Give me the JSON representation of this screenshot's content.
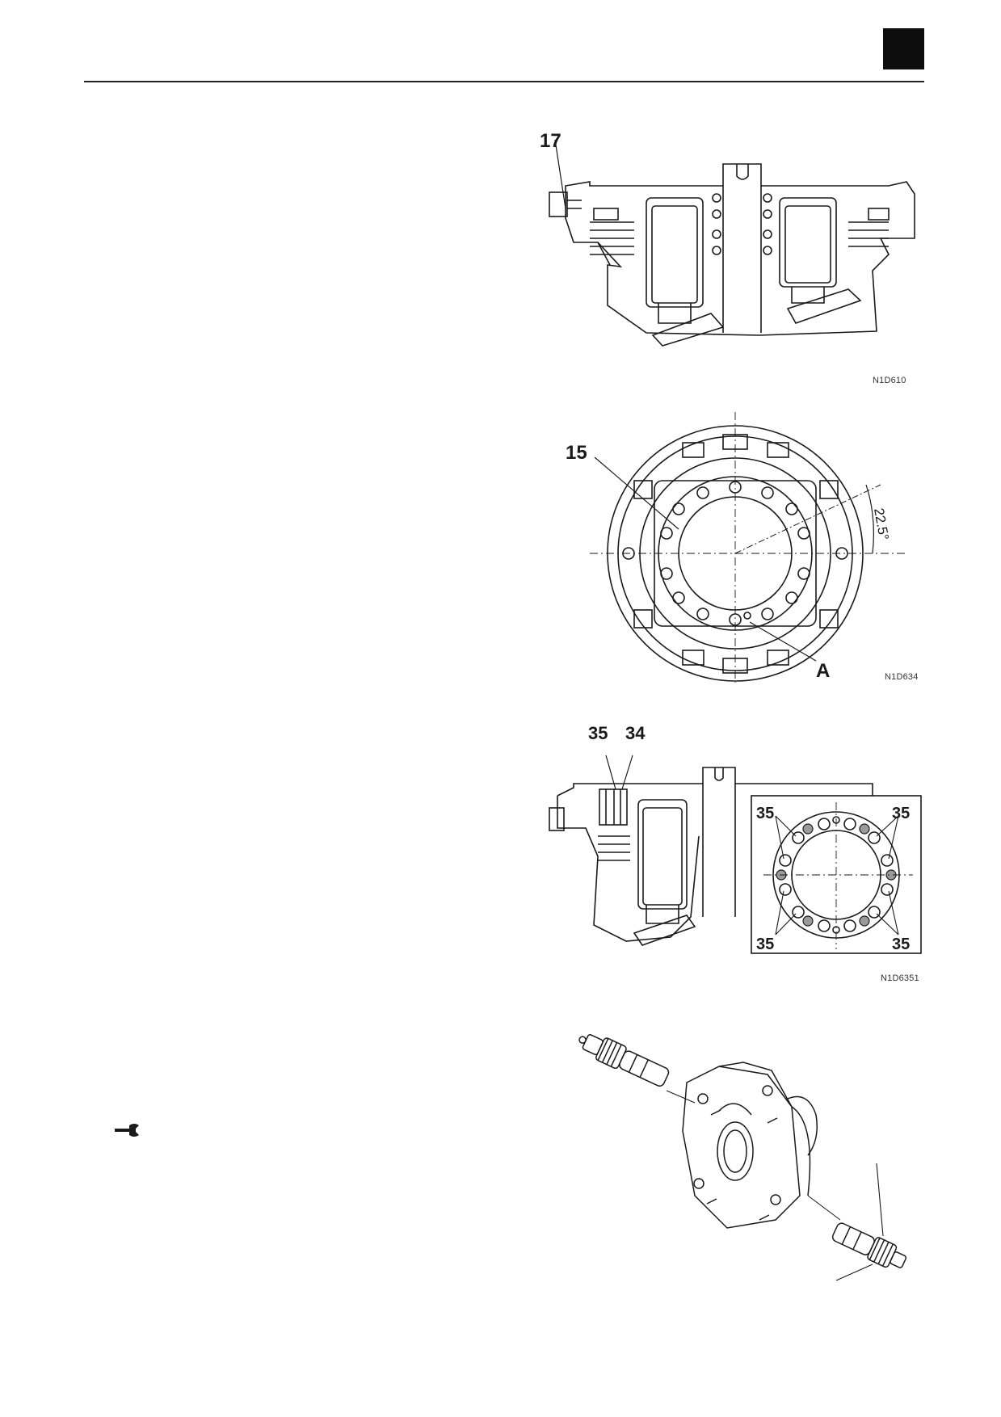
{
  "page": {
    "colors": {
      "ink": "#1a1a1a",
      "tab": "#0c0c0c",
      "paper": "#ffffff"
    },
    "icons": {
      "margin_symbol": "wrench-icon"
    }
  },
  "figures": [
    {
      "code": "N1D610",
      "callouts": [
        "17"
      ]
    },
    {
      "code": "N1D634",
      "callouts": [
        "15",
        "A"
      ],
      "angle": "22.5°"
    },
    {
      "code": "N1D6351",
      "callouts": [
        "35",
        "34",
        "35",
        "35",
        "35",
        "35"
      ]
    },
    {
      "code": "",
      "callouts": []
    }
  ]
}
